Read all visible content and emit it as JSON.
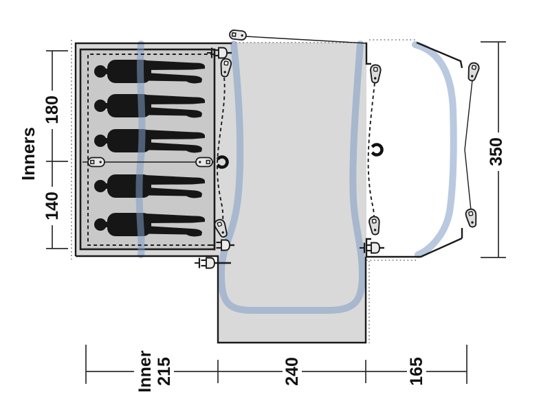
{
  "diagram": {
    "type": "tent floor plan",
    "dimensions_cm": {
      "left": {
        "label": "Inners",
        "segments": [
          "180",
          "140"
        ]
      },
      "right": {
        "segments": [
          "350"
        ]
      },
      "bottom": {
        "segments": [
          [
            "Inner",
            "215"
          ],
          [
            "240"
          ],
          [
            "165"
          ]
        ]
      }
    },
    "colors": {
      "canvas": "#d9d9d9",
      "inner": "#c9c9c9",
      "pole": "#7f9cc4",
      "outline": "#1a1a1a",
      "dotted": "#8a8a8a",
      "dimension": "#2b2b2b"
    },
    "figures": {
      "sleeping_positions": 5
    },
    "icons": {
      "pegs": 7,
      "power_plugs": 4,
      "tie_hooks": 2,
      "toggles": 2
    }
  }
}
